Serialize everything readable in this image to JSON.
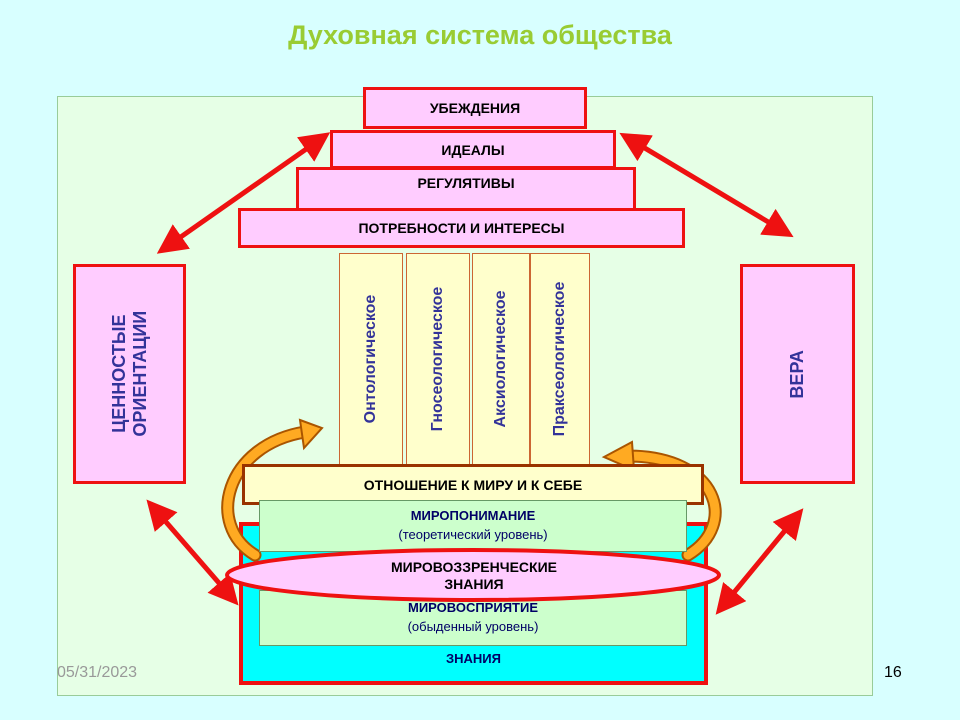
{
  "title": "Духовная система общества",
  "pyramid": {
    "beliefs": "УБЕЖДЕНИЯ",
    "ideals": "ИДЕАЛЫ",
    "regulatives": "РЕГУЛЯТИВЫ",
    "needs": "ПОТРЕБНОСТИ И ИНТЕРЕСЫ"
  },
  "pillars": [
    "Онтологическое",
    "Гносеологическое",
    "Аксиологическое",
    "Праксеологическое"
  ],
  "left_box": {
    "line1": "ЦЕННОСТЫЕ",
    "line2": "ОРИЕНТАЦИИ"
  },
  "right_box": {
    "label": "ВЕРА"
  },
  "relation": "ОТНОШЕНИЕ К МИРУ И К СЕБЕ",
  "worldview_theory": {
    "line1": "МИРОПОНИМАНИЕ",
    "line2": "(теоретический уровень)"
  },
  "worldview_ellipse": {
    "line1": "МИРОВОЗЗРЕНЧЕСКИЕ",
    "line2": "ЗНАНИЯ"
  },
  "worldview_everyday": {
    "line1": "МИРОВОСПРИЯТИЕ",
    "line2": "(обыденный уровень)"
  },
  "knowledge": "ЗНАНИЯ",
  "footer": {
    "date": "05/31/2023",
    "page": "16"
  },
  "colors": {
    "background": "#d8ffff",
    "title": "#99cc33",
    "box_pink": "#ffccff",
    "border_red": "#ee1111",
    "arrow_red": "#ee1111",
    "pillar_fill": "#ffffcc",
    "green_fill": "#ccffcc",
    "cyan_fill": "#00ffff",
    "curved_arrow": "#ffaa22"
  }
}
